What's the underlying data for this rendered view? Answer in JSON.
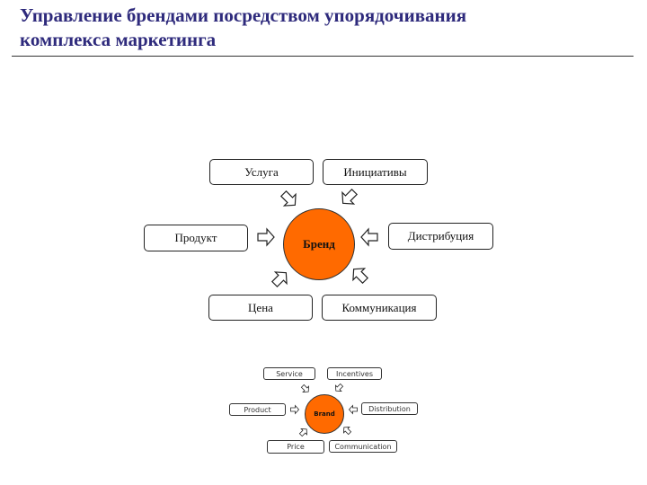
{
  "title": {
    "line1": "Управление брендами посредством упорядочивания",
    "line2": "комплекса маркетинга"
  },
  "diagram_ru": {
    "center": "Бренд",
    "service": "Услуга",
    "incentives": "Инициативы",
    "product": "Продукт",
    "distribution": "Дистрибуция",
    "price": "Цена",
    "communication": "Коммуникация"
  },
  "diagram_en": {
    "center": "Brand",
    "service": "Service",
    "incentives": "Incentives",
    "product": "Product",
    "distribution": "Distribution",
    "price": "Price",
    "communication": "Communication"
  },
  "colors": {
    "title": "#2e2a7c",
    "brand_circle": "#ff6a00"
  }
}
